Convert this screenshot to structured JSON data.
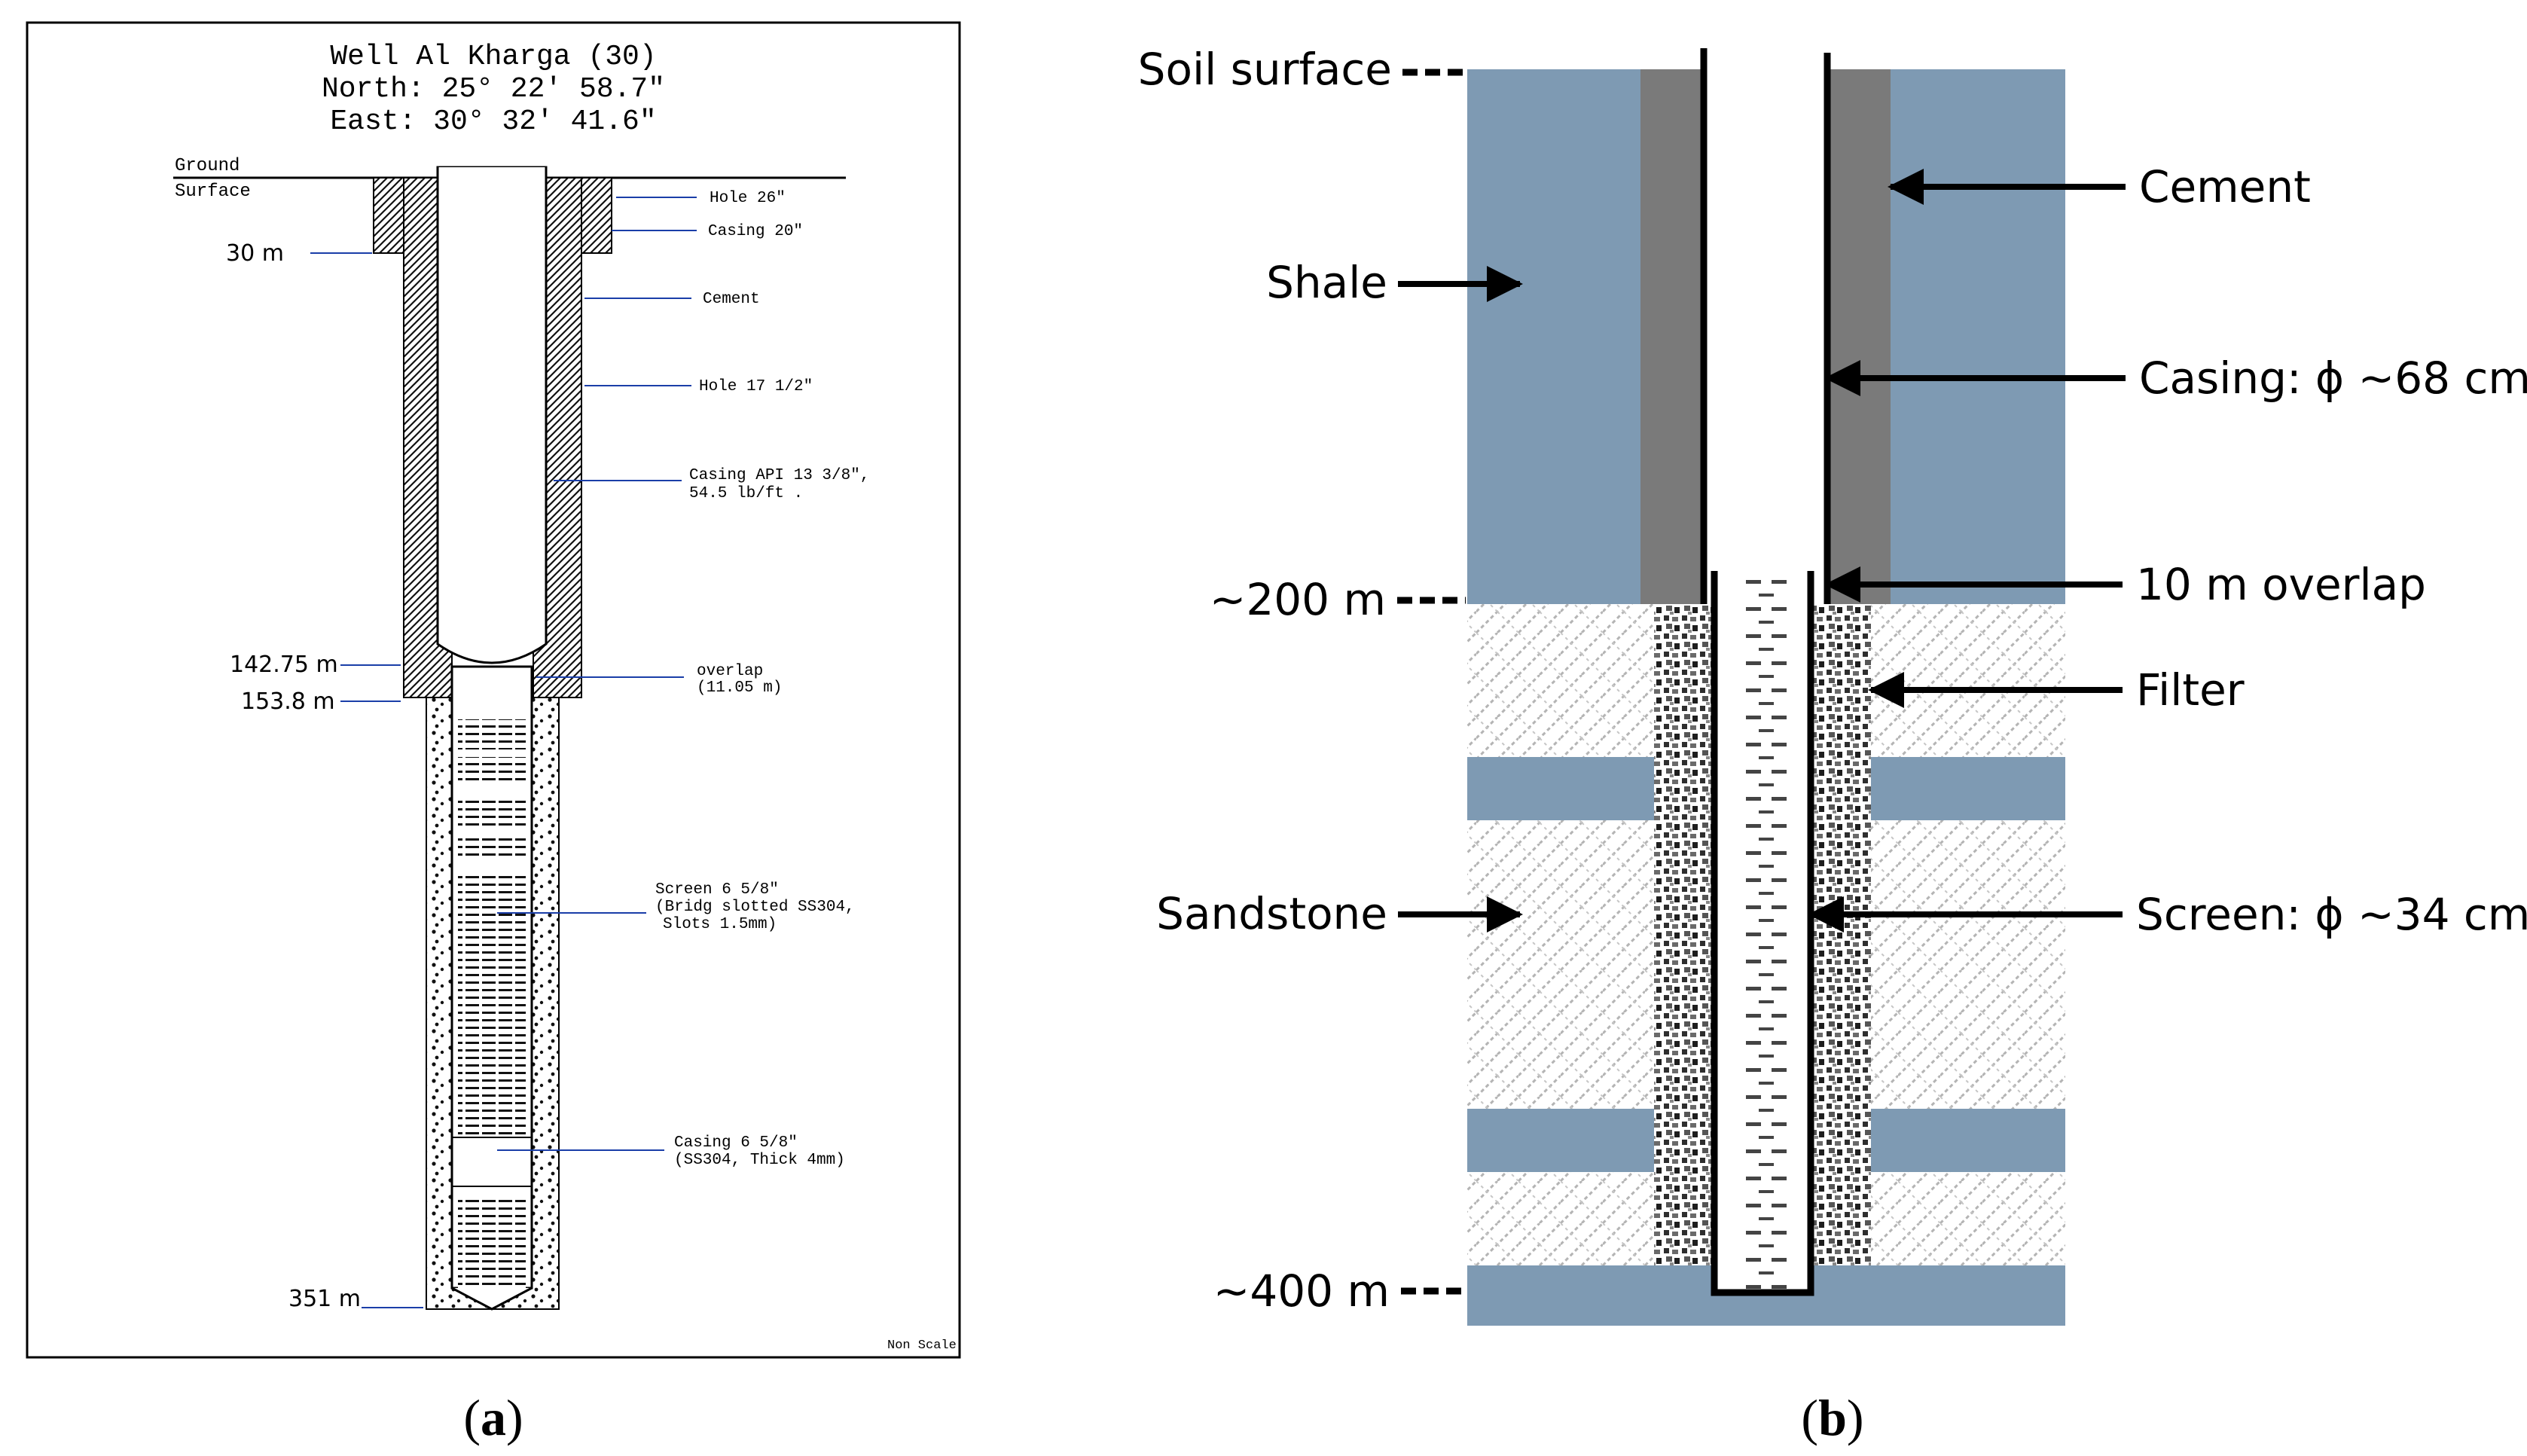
{
  "panel_a": {
    "title_line1": "Well Al Kharga (30)",
    "title_line2": "North: 25° 22′ 58.7″",
    "title_line3": "East: 30° 32′ 41.6″",
    "ground_label_1": "Ground",
    "ground_label_2": "Surface",
    "depths": [
      "30 m",
      "142.75 m",
      "153.8 m",
      "351 m"
    ],
    "labels": {
      "hole_26": "Hole 26″",
      "casing_20": "Casing 20″",
      "cement": "Cement",
      "hole_17": "Hole 17 1/2″",
      "casing_api_1": "Casing API 13 3/8″,",
      "casing_api_2": "54.5 lb/ft .",
      "overlap_1": "overlap",
      "overlap_2": "(11.05 m)",
      "screen_1": "Screen 6 5/8″",
      "screen_2": "(Bridg slotted SS304,",
      "screen_3": "Slots 1.5mm)",
      "casing_658_1": "Casing 6 5/8″",
      "casing_658_2": "(SS304, Thick 4mm)",
      "non_scale": "Non Scale"
    },
    "caption_letter": "a"
  },
  "panel_b": {
    "depth_labels": [
      "Soil surface",
      "~200 m",
      "~400 m"
    ],
    "left_labels": [
      "Shale",
      "Sandstone"
    ],
    "right_labels": [
      "Cement",
      "Casing:  ϕ ~68 cm",
      "10 m overlap",
      "Filter",
      "Screen: ϕ ~34 cm"
    ],
    "caption_letter": "b"
  },
  "colors": {
    "shale": "#7e9ab3",
    "cement_gray": "#7a7a7a",
    "leader_blue": "#1a3ea8",
    "ink": "#000000"
  }
}
